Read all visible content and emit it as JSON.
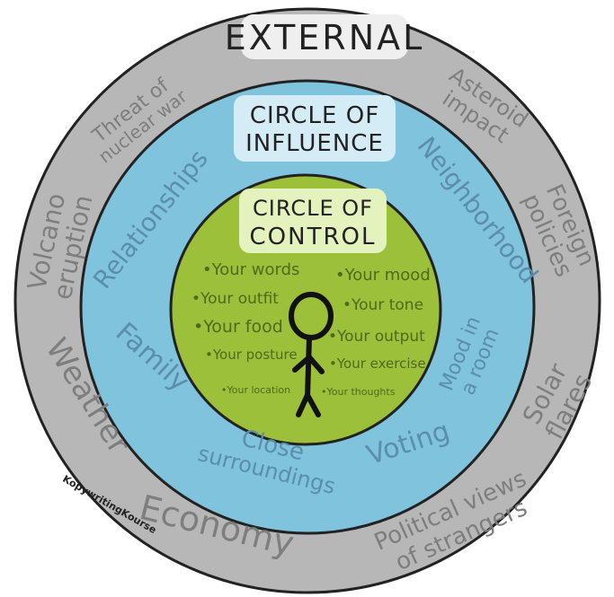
{
  "colors": {
    "background": "#ffffff",
    "external_ring": "#b7b7b7",
    "influence_ring": "#7fc3dc",
    "control_circle": "#9cc03a",
    "outline": "#222222",
    "external_text": "#7e7e7e",
    "influence_text": "#5b8eab",
    "control_text": "#4d6b1c",
    "external_label_bg": "#efefef",
    "influence_label_bg": "#d3ecf6",
    "control_label_bg": "#e4f2bd"
  },
  "external": {
    "title": "EXTERNAL",
    "threat_line1": "Threat of",
    "threat_line2": "nuclear war",
    "asteroid_line1": "Asteroid",
    "asteroid_line2": "impact",
    "foreign_line1": "Foreign",
    "foreign_line2": "policies",
    "volcano_line1": "Volcano",
    "volcano_line2": "eruption",
    "weather": "Weather",
    "solar_line1": "Solar",
    "solar_line2": "flares",
    "economy": "Economy",
    "political_line1": "Political views",
    "political_line2": "of strangers"
  },
  "influence": {
    "title_line1": "CIRCLE OF",
    "title_line2": "INFLUENCE",
    "relationships": "Relationships",
    "neighborhood": "Neighborhood",
    "family": "Family",
    "mood_line1": "Mood in",
    "mood_line2": "a room",
    "close_line1": "Close",
    "close_line2": "surroundings",
    "voting": "Voting"
  },
  "control": {
    "title_line1": "CIRCLE OF",
    "title_line2": "CONTROL",
    "left_items": [
      "•Your words",
      "•Your outfit",
      "•Your food",
      "•Your posture",
      "•Your location"
    ],
    "right_items": [
      "•Your mood",
      "•Your tone",
      "•Your output",
      "•Your exercise",
      "•Your thoughts"
    ]
  },
  "credit": "KopywritingKourse",
  "icons": {
    "stick_figure": "stick-figure-icon"
  }
}
